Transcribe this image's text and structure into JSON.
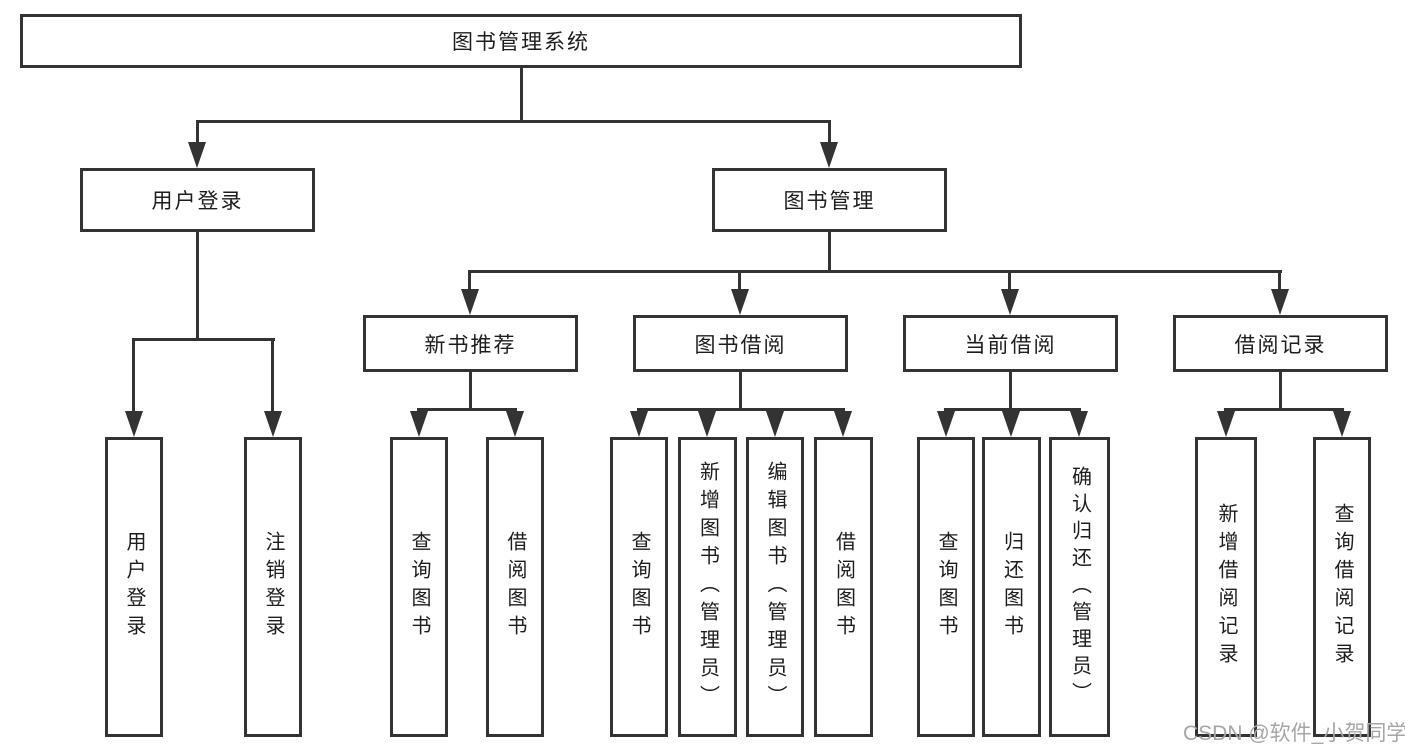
{
  "diagram": {
    "tree": {
      "root": "图书管理系统",
      "branches": [
        {
          "label": "用户登录",
          "children": [
            {
              "label": "用户登录"
            },
            {
              "label": "注销登录"
            }
          ]
        },
        {
          "label": "图书管理",
          "children": [
            {
              "label": "新书推荐",
              "children": [
                {
                  "label": "查询图书"
                },
                {
                  "label": "借阅图书"
                }
              ]
            },
            {
              "label": "图书借阅",
              "children": [
                {
                  "label": "查询图书"
                },
                {
                  "label": "新增图书（管理员）"
                },
                {
                  "label": "编辑图书（管理员）"
                },
                {
                  "label": "借阅图书"
                }
              ]
            },
            {
              "label": "当前借阅",
              "children": [
                {
                  "label": "查询图书"
                },
                {
                  "label": "归还图书"
                },
                {
                  "label": "确认归还（管理员）"
                }
              ]
            },
            {
              "label": "借阅记录",
              "children": [
                {
                  "label": "新增借阅记录"
                },
                {
                  "label": "查询借阅记录"
                }
              ]
            }
          ]
        }
      ]
    },
    "watermark": "CSDN @软件_小贺同学",
    "colors": {
      "line": "#333333",
      "text": "#1d1d1d",
      "watermark": "#a6a6a6",
      "background": "#ffffff"
    }
  }
}
